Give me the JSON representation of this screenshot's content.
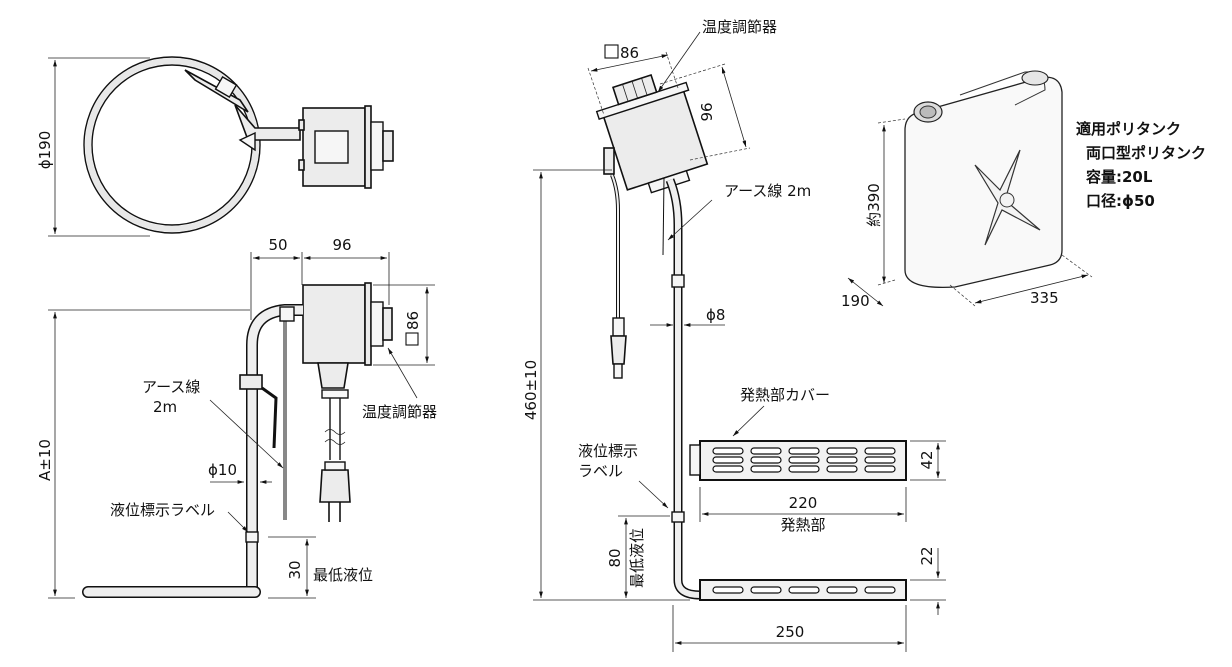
{
  "left_view": {
    "diameter_label": "ϕ190",
    "dim_offset": "50",
    "dim_width": "96",
    "dim_square": "86",
    "controller_label": "温度調節器",
    "earth_wire_label_line1": "アース線",
    "earth_wire_label_line2": "2m",
    "height_label": "A±10",
    "pipe_diameter": "ϕ10",
    "level_label": "液位標示ラベル",
    "min_level_value": "30",
    "min_level_label": "最低液位"
  },
  "center_view": {
    "controller_label": "温度調節器",
    "dim_square": "86",
    "dim_height": "96",
    "earth_wire_label": "アース線  2m",
    "pipe_diameter": "ϕ8",
    "total_height": "460±10",
    "heater_cover_label": "発熱部カバー",
    "cover_height": "42",
    "level_label_line1": "液位標示",
    "level_label_line2": "ラベル",
    "heater_length": "220",
    "heater_label": "発熱部",
    "min_level_value": "80",
    "min_level_label": "最低液位",
    "base_height": "22",
    "total_length": "250"
  },
  "tank": {
    "height_label": "約390",
    "depth_label": "190",
    "width_label": "335",
    "spec_title": "適用ポリタンク",
    "spec_type": "両口型ポリタンク",
    "spec_capacity": "容量:20L",
    "spec_mouth": "口径:ϕ50"
  }
}
